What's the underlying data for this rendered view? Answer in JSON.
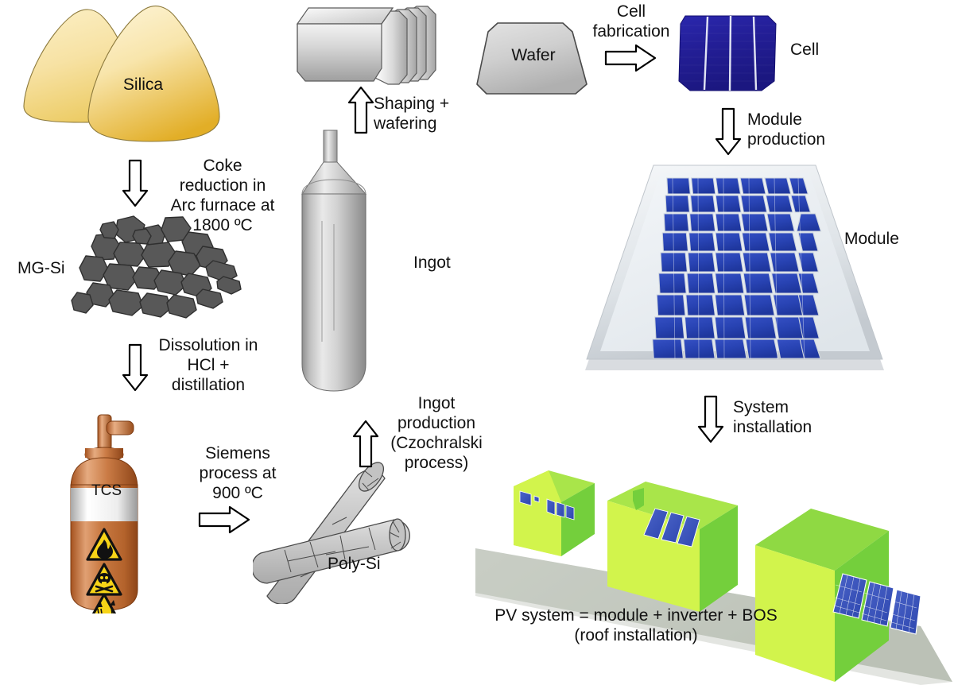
{
  "figure": {
    "title": "Crystalline silicon photovoltaic value chain",
    "type": "process-flow-diagram",
    "background": "#ffffff"
  },
  "colors": {
    "silica_light": "#f9e7ae",
    "silica_dark": "#e3b02a",
    "mgsi_rock": "#565656",
    "mgsi_rock_dark": "#3f3f3f",
    "cylinder_copper": "#c0642f",
    "cylinder_copper_light": "#e9a477",
    "hazard_yellow": "#f7d417",
    "polysi_gray": "#c6c6c6",
    "ingot_gray": "#d4d4d4",
    "wafer_gray": "#cfcfcf",
    "cell_blue": "#241d9b",
    "module_cell_blue": "#2a44b4",
    "module_frame": "#e2e6ea",
    "house_green": "#c9f03c",
    "house_green_dark": "#6fcf3a",
    "ground_gray": "#c9cfc6",
    "arrow_outline": "#000000",
    "arrow_fill": "#ffffff"
  },
  "nodes": [
    {
      "id": "silica",
      "label": "Silica",
      "kind": "sand-mounds"
    },
    {
      "id": "mgsi",
      "label": "MG-Si",
      "kind": "rock-pile"
    },
    {
      "id": "tcs",
      "label": "TCS",
      "kind": "gas-cylinder",
      "hazards": [
        "flammable-icon",
        "toxic-skull-icon",
        "corrosive-icon"
      ]
    },
    {
      "id": "polysi",
      "label": "Poly-Si",
      "kind": "poly-rods"
    },
    {
      "id": "ingot",
      "label": "Ingot",
      "kind": "czochralski-ingot"
    },
    {
      "id": "brick",
      "label": "",
      "kind": "sliced-brick-wafers"
    },
    {
      "id": "wafer",
      "label": "Wafer",
      "kind": "wafer-trapezoid"
    },
    {
      "id": "cell",
      "label": "Cell",
      "kind": "solar-cell"
    },
    {
      "id": "module",
      "label": "Module",
      "kind": "pv-module"
    },
    {
      "id": "system",
      "label": "",
      "kind": "rooftop-houses"
    }
  ],
  "steps": [
    {
      "id": "coke",
      "text": "Coke\nreduction in\nArc furnace at\n1800 ºC",
      "arrow": "down",
      "from": "silica",
      "to": "mgsi"
    },
    {
      "id": "dissolution",
      "text": "Dissolution in\nHCl +\ndistillation",
      "arrow": "down",
      "from": "mgsi",
      "to": "tcs"
    },
    {
      "id": "siemens",
      "text": "Siemens\nprocess at\n900 ºC",
      "arrow": "right",
      "from": "tcs",
      "to": "polysi"
    },
    {
      "id": "ingotprod",
      "text": "Ingot\nproduction\n(Czochralski\nprocess)",
      "arrow": "up",
      "from": "polysi",
      "to": "ingot"
    },
    {
      "id": "shaping",
      "text": "Shaping +\nwafering",
      "arrow": "up",
      "from": "ingot",
      "to": "brick"
    },
    {
      "id": "cellfab",
      "text": "Cell\nfabrication",
      "arrow": "right",
      "from": "wafer",
      "to": "cell"
    },
    {
      "id": "moduleprod",
      "text": "Module\nproduction",
      "arrow": "down",
      "from": "cell",
      "to": "module"
    },
    {
      "id": "sysinstall",
      "text": "System\ninstallation",
      "arrow": "down",
      "from": "module",
      "to": "system"
    }
  ],
  "labels": {
    "silica": "Silica",
    "mgsi": "MG-Si",
    "tcs": "TCS",
    "polysi": "Poly-Si",
    "ingot": "Ingot",
    "wafer": "Wafer",
    "cell": "Cell",
    "module": "Module",
    "coke_step": "Coke\nreduction in\nArc furnace at\n1800 ºC",
    "dissolution_step": "Dissolution in\nHCl +\ndistillation",
    "siemens_step": "Siemens\nprocess at\n900 ºC",
    "ingot_step": "Ingot\nproduction\n(Czochralski\nprocess)",
    "shaping_step": "Shaping +\nwafering",
    "cellfab_step": "Cell\nfabrication",
    "moduleprod_step": "Module\nproduction",
    "sysinstall_step": "System\ninstallation",
    "caption_line1": "PV system = module + inverter + BOS",
    "caption_line2": "(roof installation)"
  },
  "module_grid": {
    "columns": 6,
    "rows": 10
  },
  "houses": [
    {
      "id": "house-left",
      "panels": 3
    },
    {
      "id": "house-middle",
      "panels": 3
    },
    {
      "id": "house-right",
      "panels": 3
    }
  ]
}
